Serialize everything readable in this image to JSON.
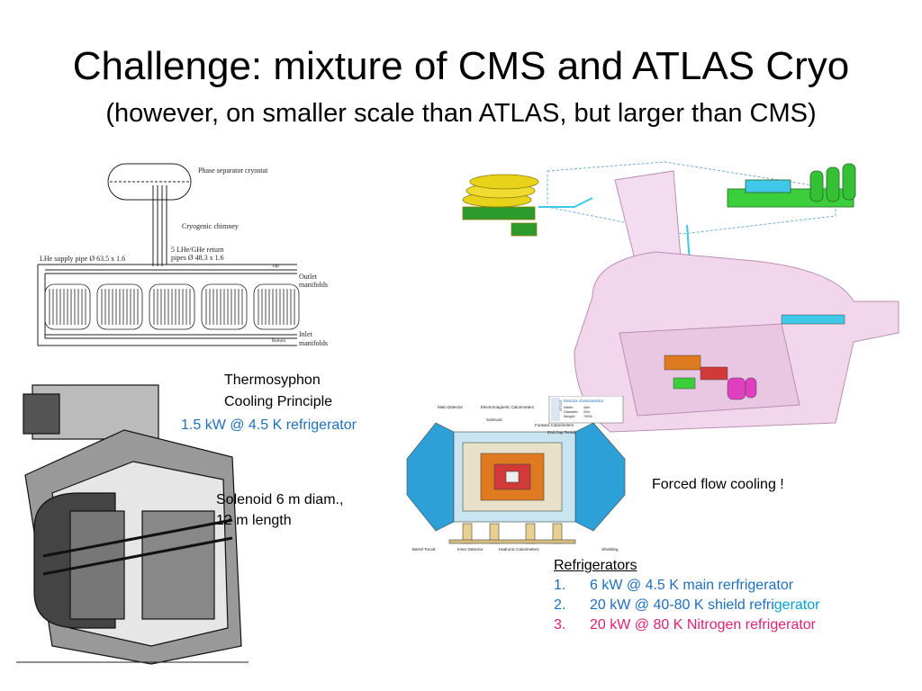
{
  "slide": {
    "title": "Challenge: mixture of CMS and ATLAS Cryo",
    "subtitle": "(however, on smaller scale than ATLAS, but larger than CMS)"
  },
  "cms_diagram": {
    "phase_separator": "Phase separator cryostat",
    "chimney": "Cryogenic chimney",
    "return_pipes_1": "5 LHe/GHe return",
    "return_pipes_2": "pipes Ø 48.3 x 1.6",
    "supply_pipe": "LHe supply pipe Ø 63.5 x 1.6",
    "top": "Top",
    "outlet_1": "Outlet",
    "outlet_2": "manifolds",
    "bottom": "Bottom",
    "inlet_1": "Inlet",
    "inlet_2": "manifolds"
  },
  "cms_text": {
    "thermosyphon": "Thermosyphon",
    "cooling_principle": "Cooling Principle",
    "refrigerator": "1.5 kW @ 4.5 K  refrigerator",
    "solenoid_1": "Solenoid 6 m diam.,",
    "solenoid_2": "12 m length"
  },
  "atlas_diagram": {
    "main_detector": "Main Detector",
    "em_calorimeters": "Electromagnetic Calorimeters",
    "solenoid": "Solenoid",
    "forward_calorimeters": "Forward Calorimeters",
    "end_cap_toroid": "End Cap Toroid",
    "barrel_toroid": "Barrel Toroid",
    "inner_detector": "Inner Detector",
    "hadronic_calorimeters": "Hadronic Calorimeters",
    "shielding": "Shielding",
    "logo": "ATLAS",
    "char_title": "Detector characteristics",
    "width_label": "Width:",
    "width_value": "44m",
    "diameter_label": "Diameter:",
    "diameter_value": "22m",
    "weight_label": "Weight:",
    "weight_value": "7000t"
  },
  "atlas_text": {
    "forced_flow": "Forced flow cooling !",
    "refrigerators_heading": "Refrigerators",
    "items": [
      {
        "num": "1.",
        "text": "6 kW @ 4.5 K  main rerfrigerator"
      },
      {
        "num": "2.",
        "text_a": "20 kW @ 40-80 K shield refri",
        "text_b": "gerator"
      },
      {
        "num": "3.",
        "text": "20 kW @ 80 K Nitrogen refrigerator"
      }
    ]
  },
  "colors": {
    "blue_text": "#1f6fbf",
    "teal_text": "#00a0d6",
    "magenta_text": "#e0207a",
    "cavern_pink": "#f2d7ec",
    "pipe_cyan": "#3cc8e8",
    "tank_yellow": "#e8d21a",
    "tank_green": "#3ccf3c"
  }
}
